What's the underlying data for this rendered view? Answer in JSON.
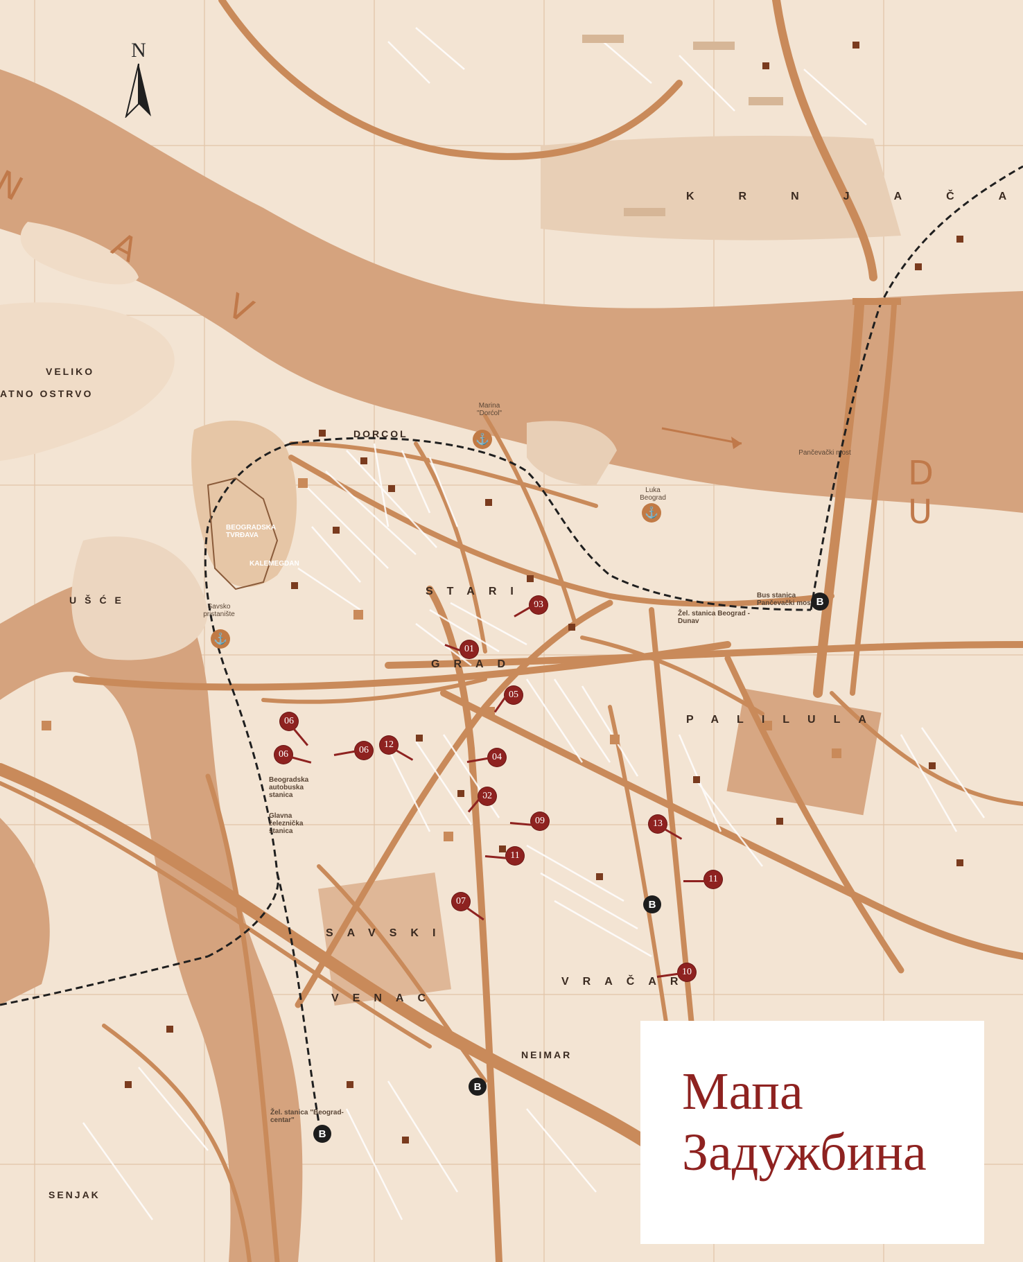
{
  "map": {
    "title_line1": "Мапа",
    "title_line2": "Задужбина",
    "north_label": "N",
    "rivers": {
      "dunav_left": "N A V",
      "dunav_right": "D U"
    },
    "districts": {
      "stari": "STARI",
      "grad": "GRAD",
      "savski": "SAVSKI",
      "venac": "VENAC",
      "vracar": "VRAČAR",
      "palilula": "PALILULA",
      "krnjaca": "KRNJAČA",
      "neimar": "NEIMAR",
      "dorcol": "DORCOL",
      "senjak": "SENJAK",
      "usce": "UŠĆE",
      "veliko": "VELIKO",
      "ratno_ostrvo": "ATNO OSTRVO",
      "kalemegdan": "KALEMEGDAN",
      "beogradska_tvrdava": "BEOGRADSKA TVRĐAVA",
      "luka_beograd": "Luka Beograd",
      "marina_dorcol": "Marina \"Dorćol\"",
      "savsko_pristaniste": "Savsko pristanište",
      "pancevacki_most": "Pančevački most",
      "beogradska_autobuska_stanica": "Beogradska autobuska stanica",
      "glavna_zeleznicka_stanica": "Glavna železnička stanica",
      "zel_stanica_beograd_centar": "Žel. stanica \"Beograd-centar\"",
      "zel_stanica_beograd_dunav": "Žel. stanica Beograd - Dunav",
      "pancevacki_most_bus": "Bus stanica Pančevački most"
    },
    "markers": [
      {
        "id": "m01",
        "label": "01"
      },
      {
        "id": "m02",
        "label": "02"
      },
      {
        "id": "m03",
        "label": "03"
      },
      {
        "id": "m04",
        "label": "04"
      },
      {
        "id": "m05",
        "label": "05"
      },
      {
        "id": "m06a",
        "label": "06"
      },
      {
        "id": "m06b",
        "label": "06"
      },
      {
        "id": "m06c",
        "label": "06"
      },
      {
        "id": "m07",
        "label": "07"
      },
      {
        "id": "m09",
        "label": "09"
      },
      {
        "id": "m10",
        "label": "10"
      },
      {
        "id": "m11a",
        "label": "11"
      },
      {
        "id": "m11b",
        "label": "11"
      },
      {
        "id": "m12",
        "label": "12"
      },
      {
        "id": "m13",
        "label": "13"
      }
    ],
    "bus_icon_label": "B",
    "colors": {
      "land": "#f3e4d3",
      "river": "#d5a37e",
      "road": "#c98a5a",
      "marker": "#8e2220",
      "grid": "#e4c9b1"
    }
  }
}
